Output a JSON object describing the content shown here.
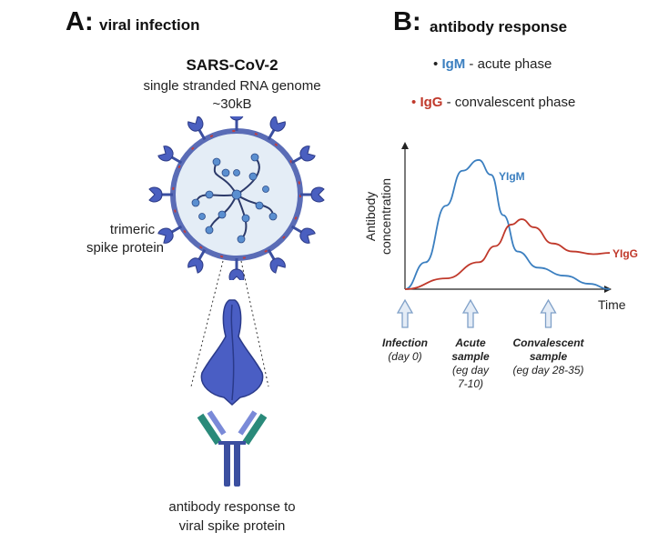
{
  "panel_a": {
    "letter": "A:",
    "title": "viral infection",
    "virus_name": "SARS-CoV-2",
    "genome_line1": "single stranded RNA genome",
    "genome_line2": "~30kB",
    "spike_label_line1": "trimeric",
    "spike_label_line2": "spike protein",
    "response_line1": "antibody response to",
    "response_line2": "viral spike protein"
  },
  "panel_b": {
    "letter": "B:",
    "title": "antibody response",
    "legend": [
      {
        "bullet": "•",
        "name": "IgM",
        "desc": " - acute phase",
        "color": "#3b7fc0"
      },
      {
        "bullet": "•",
        "name": "IgG",
        "desc": " - convalescent phase",
        "color": "#c0392b"
      }
    ],
    "antibody_glyph": "Y"
  },
  "chart_data": {
    "type": "line",
    "xlabel": "Time",
    "ylabel": "Antibody concentration",
    "ylabel_lines": [
      "Antibody",
      "concentration"
    ],
    "xlim": [
      0,
      100
    ],
    "ylim": [
      0,
      100
    ],
    "series": [
      {
        "name": "IgM",
        "color": "#3b7fc0",
        "x": [
          0,
          10,
          20,
          28,
          36,
          42,
          48,
          55,
          65,
          78,
          90,
          100
        ],
        "y": [
          0,
          20,
          62,
          88,
          96,
          85,
          55,
          28,
          16,
          10,
          4,
          0
        ]
      },
      {
        "name": "IgG",
        "color": "#c0392b",
        "x": [
          0,
          20,
          36,
          44,
          52,
          57,
          63,
          72,
          82,
          92,
          100
        ],
        "y": [
          0,
          8,
          20,
          32,
          48,
          52,
          46,
          34,
          28,
          26,
          27
        ]
      }
    ],
    "markers": [
      {
        "x": 0,
        "label_lines": [
          "Infection",
          "(day 0)"
        ]
      },
      {
        "x": 32,
        "label_lines": [
          "Acute",
          "sample",
          "(eg day",
          "7-10)"
        ]
      },
      {
        "x": 70,
        "label_lines": [
          "Convalescent",
          "sample",
          "(eg day 28-35)"
        ]
      }
    ]
  }
}
